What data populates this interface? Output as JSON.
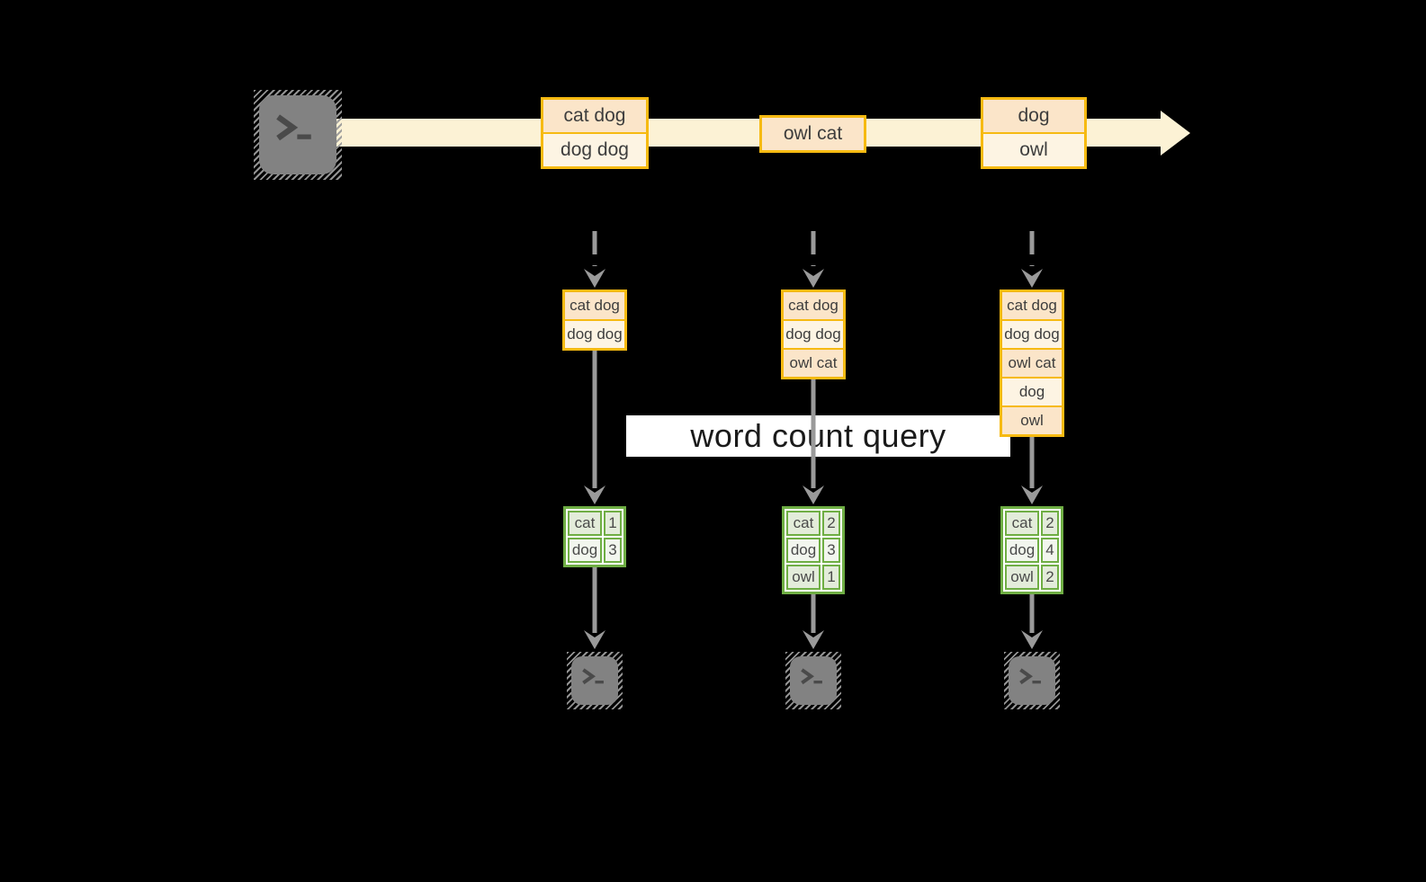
{
  "query_label": "word count query",
  "source": {
    "icon": "terminal-icon"
  },
  "stream_records": [
    {
      "lines": [
        "cat dog",
        "dog dog"
      ]
    },
    {
      "lines": [
        "owl cat"
      ]
    },
    {
      "lines": [
        "dog",
        "owl"
      ]
    }
  ],
  "columns": [
    {
      "state_lines": [
        "cat dog",
        "dog dog"
      ],
      "counts": [
        {
          "word": "cat",
          "count": "1"
        },
        {
          "word": "dog",
          "count": "3"
        }
      ],
      "sink_icon": "terminal-icon"
    },
    {
      "state_lines": [
        "cat dog",
        "dog dog",
        "owl cat"
      ],
      "counts": [
        {
          "word": "cat",
          "count": "2"
        },
        {
          "word": "dog",
          "count": "3"
        },
        {
          "word": "owl",
          "count": "1"
        }
      ],
      "sink_icon": "terminal-icon"
    },
    {
      "state_lines": [
        "cat dog",
        "dog dog",
        "owl cat",
        "dog",
        "owl"
      ],
      "counts": [
        {
          "word": "cat",
          "count": "2"
        },
        {
          "word": "dog",
          "count": "4"
        },
        {
          "word": "owl",
          "count": "2"
        }
      ],
      "sink_icon": "terminal-icon"
    }
  ],
  "colors": {
    "amber": "#F6BA12",
    "peach": "#FBE5C9",
    "cream": "#FDF4E3",
    "stream": "#FCF2D5",
    "green": "#6FAE44",
    "green_cell_dark": "#E3ECDA",
    "green_cell_light": "#F2F6EE",
    "gray": "#9A9A9A",
    "icon_gray": "#828282",
    "icon_glyph": "#4A4A4A",
    "query_band_bg": "#FFFFFF"
  }
}
